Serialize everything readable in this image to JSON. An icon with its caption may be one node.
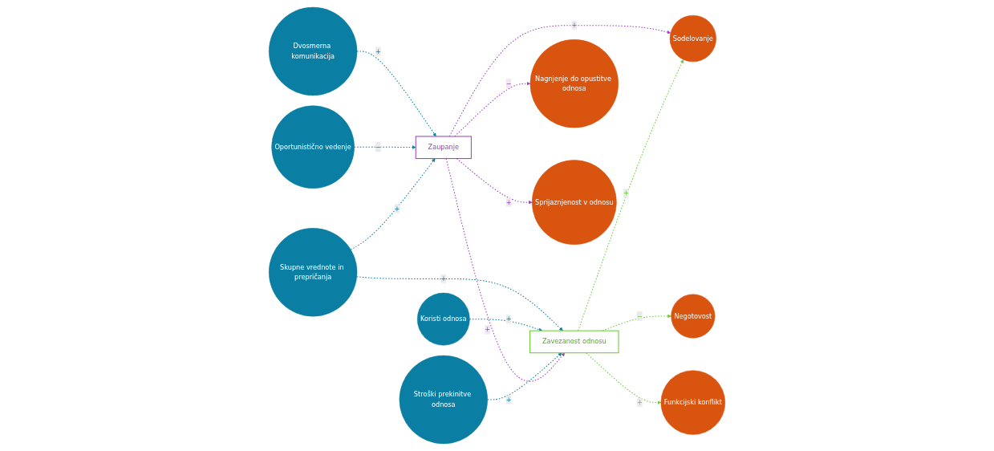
{
  "diagram": {
    "nodes": [
      {
        "text": [
          "Dvosmerna komunikacija"
        ]
      },
      {
        "text": [
          "Oportunistično vedenje"
        ]
      },
      {
        "text": [
          "Skupne vrednote in prepričanja"
        ]
      },
      {
        "text": [
          "Koristi odnosa"
        ]
      },
      {
        "text": [
          "Stroški prekinitve odnosa"
        ]
      },
      {
        "text": [
          "Zaupanje"
        ]
      },
      {
        "text": [
          "Zavezanost odnosu"
        ]
      },
      {
        "text": [
          "Nagnjenje do opustitve odnosa"
        ]
      },
      {
        "text": [
          "Sprijaznjenost v odnosu"
        ]
      },
      {
        "text": [
          "Sodelovanje"
        ]
      },
      {
        "text": [
          "Negotovost"
        ]
      },
      {
        "text": [
          "Funkcijski konflikt"
        ]
      }
    ],
    "edges": [
      {
        "from": 0,
        "to": 5,
        "arrow": "to",
        "label": "+",
        "style": "dashed",
        "color": "#0b7ea3"
      },
      {
        "from": 1,
        "to": 5,
        "arrow": "to",
        "label": "−",
        "style": "dashed",
        "color": "#0b7ea3"
      },
      {
        "from": 2,
        "to": 5,
        "arrow": "to",
        "label": "+",
        "style": "dashed",
        "color": "#0b7ea3"
      },
      {
        "from": 2,
        "to": 6,
        "arrow": "to",
        "label": "+",
        "style": "dashed",
        "color": "#0b7ea3"
      },
      {
        "from": 3,
        "to": 6,
        "arrow": "to",
        "label": "+",
        "style": "dashed",
        "color": "#0b7ea3"
      },
      {
        "from": 4,
        "to": 6,
        "arrow": "to",
        "label": "+",
        "style": "dashed",
        "color": "#0b7ea3"
      },
      {
        "from": 5,
        "to": 6,
        "arrow": "to",
        "label": "+",
        "style": "dashed",
        "color": "#9b3fc1"
      },
      {
        "from": 5,
        "to": 7,
        "arrow": "to",
        "label": "−",
        "style": "dashed",
        "color": "#9b3fc1"
      },
      {
        "from": 5,
        "to": 8,
        "arrow": "to",
        "label": "+",
        "style": "dashed",
        "color": "#9b3fc1"
      },
      {
        "from": 5,
        "to": 9,
        "arrow": "to",
        "label": "+",
        "style": "dashed",
        "color": "#9b3fc1"
      },
      {
        "from": 6,
        "to": 9,
        "arrow": "to",
        "label": "+",
        "style": "dashed",
        "color": "#66cc33"
      },
      {
        "from": 6,
        "to": 10,
        "arrow": "to",
        "label": "−",
        "style": "dashed",
        "color": "#66cc33"
      },
      {
        "from": 6,
        "to": 11,
        "arrow": "to",
        "label": "+",
        "style": "dashed",
        "color": "#66cc33"
      }
    ]
  }
}
